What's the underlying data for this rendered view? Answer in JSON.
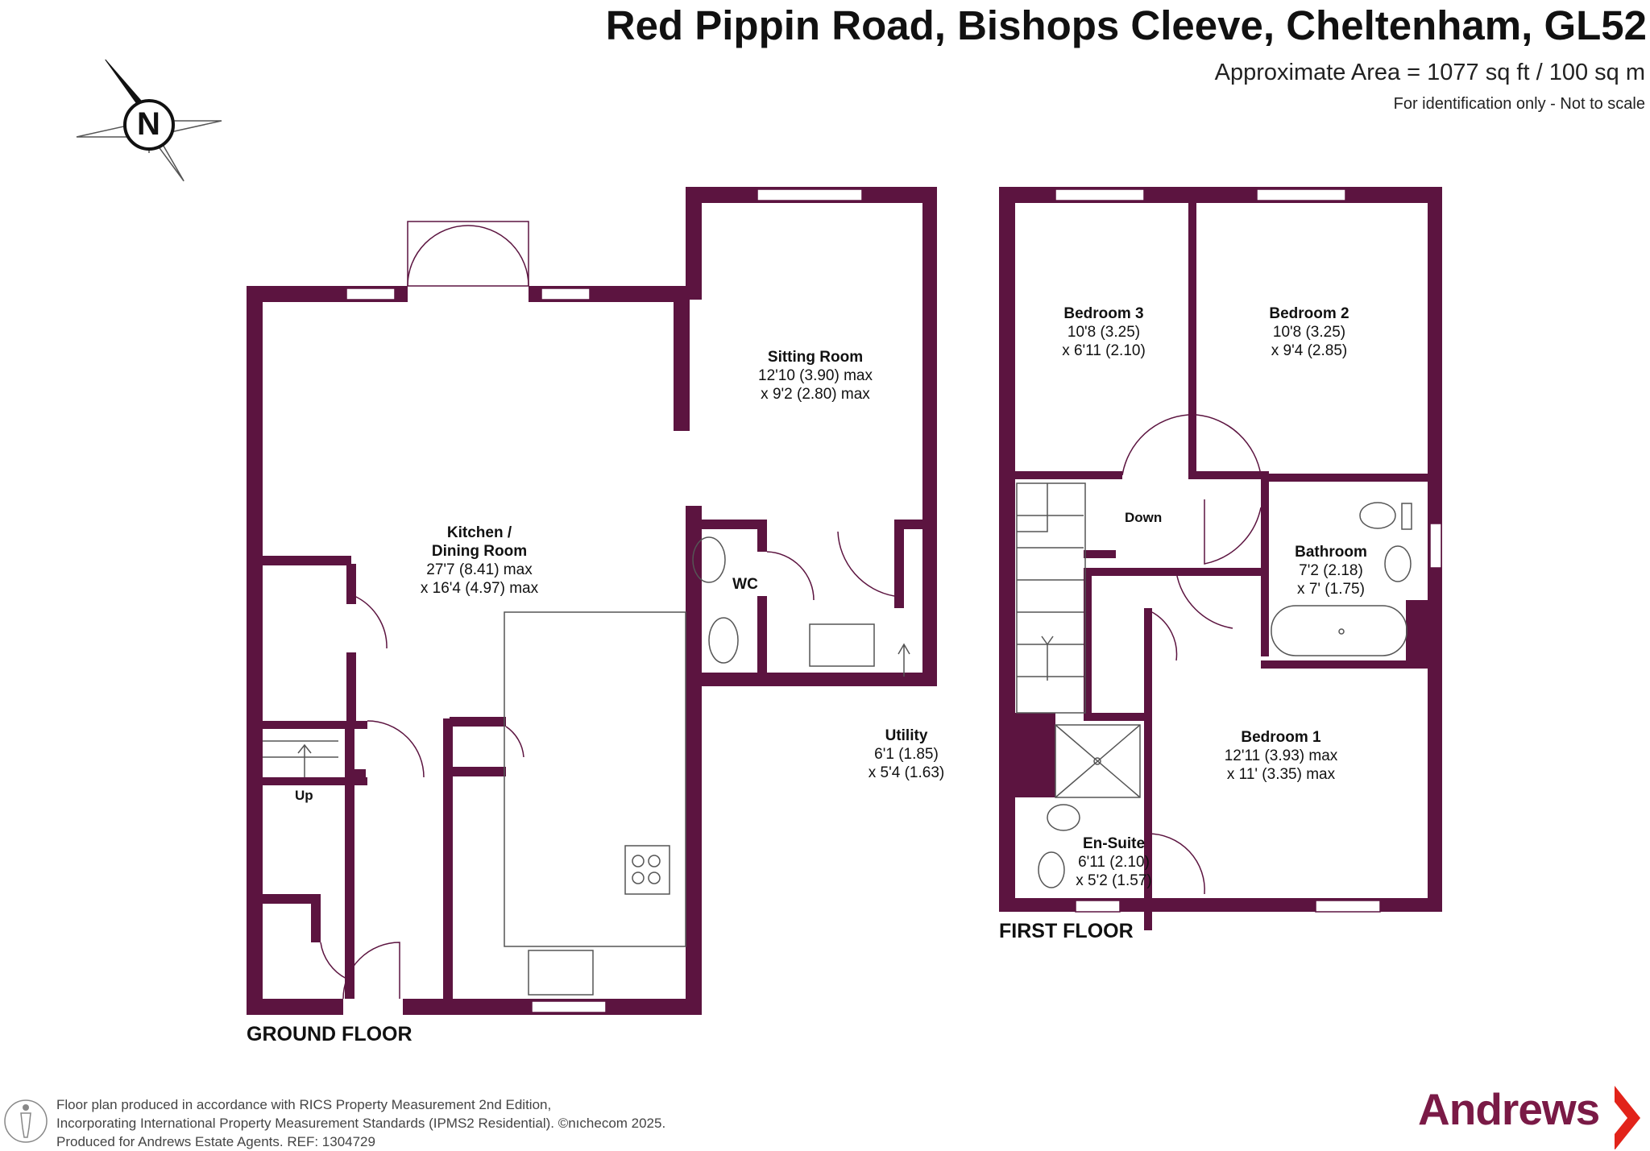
{
  "header": {
    "title": "Red Pippin Road, Bishops Cleeve, Cheltenham, GL52",
    "area": "Approximate Area = 1077 sq ft / 100 sq m",
    "note": "For identification only - Not to scale"
  },
  "compass": {
    "letter": "N",
    "icon": "compass-icon"
  },
  "colors": {
    "wall": "#5c1440",
    "brand": "#7a1a46",
    "accent_red": "#e2231a"
  },
  "ground_floor": {
    "label": "GROUND FLOOR",
    "rooms": {
      "kitchen": {
        "name1": "Kitchen /",
        "name2": "Dining Room",
        "dim1": "27'7 (8.41) max",
        "dim2": "x 16'4 (4.97) max"
      },
      "sitting": {
        "name": "Sitting Room",
        "dim1": "12'10 (3.90) max",
        "dim2": "x 9'2 (2.80) max"
      },
      "wc": {
        "name": "WC"
      },
      "utility": {
        "name": "Utility",
        "dim1": "6'1 (1.85)",
        "dim2": "x 5'4 (1.63)"
      }
    },
    "stairs_label": "Up"
  },
  "first_floor": {
    "label": "FIRST FLOOR",
    "rooms": {
      "bedroom3": {
        "name": "Bedroom 3",
        "dim1": "10'8 (3.25)",
        "dim2": "x 6'11 (2.10)"
      },
      "bedroom2": {
        "name": "Bedroom 2",
        "dim1": "10'8 (3.25)",
        "dim2": "x 9'4 (2.85)"
      },
      "bathroom": {
        "name": "Bathroom",
        "dim1": "7'2 (2.18)",
        "dim2": "x 7' (1.75)"
      },
      "bedroom1": {
        "name": "Bedroom 1",
        "dim1": "12'11 (3.93) max",
        "dim2": "x 11' (3.35) max"
      },
      "ensuite": {
        "name": "En-Suite",
        "dim1": "6'11 (2.10)",
        "dim2": "x 5'2 (1.57)"
      }
    },
    "stairs_label": "Down"
  },
  "footer": {
    "line1": "Floor plan produced in accordance with RICS Property Measurement 2nd Edition,",
    "line2": "Incorporating International Property Measurement Standards (IPMS2 Residential).   ©nıchecom 2025.",
    "line3": "Produced for Andrews Estate Agents.   REF: 1304729",
    "brand": "Andrews"
  }
}
